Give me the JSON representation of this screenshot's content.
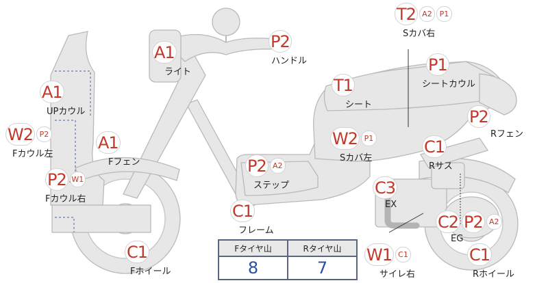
{
  "labels": {
    "light": {
      "codes": [
        "A1"
      ],
      "name": "ライト"
    },
    "handle": {
      "codes": [
        "P2"
      ],
      "name": "ハンドル"
    },
    "s_cover_right": {
      "codes": [
        "T2",
        "A2",
        "P1"
      ],
      "name": "Sカバ右"
    },
    "seat_cowl": {
      "codes": [
        "P1"
      ],
      "name": "シートカウル"
    },
    "seat": {
      "codes": [
        "T1"
      ],
      "name": "シート"
    },
    "up_cowl": {
      "codes": [
        "A1"
      ],
      "name": "UPカウル"
    },
    "r_fender": {
      "codes": [
        "P2"
      ],
      "name": "Rフェン"
    },
    "f_cowl_left": {
      "codes": [
        "W2",
        "P2"
      ],
      "name": "Fカウル左"
    },
    "f_fender": {
      "codes": [
        "A1"
      ],
      "name": "Fフェン"
    },
    "s_cover_left": {
      "codes": [
        "W2",
        "P1"
      ],
      "name": "Sカバ左"
    },
    "r_suspension": {
      "codes": [
        "C1"
      ],
      "name": "Rサス"
    },
    "step": {
      "codes": [
        "P2",
        "A2"
      ],
      "name": "ステップ"
    },
    "f_cowl_right": {
      "codes": [
        "P2",
        "W1"
      ],
      "name": "Fカウル右"
    },
    "exhaust": {
      "codes": [
        "C3"
      ],
      "name": "EX"
    },
    "frame": {
      "codes": [
        "C1"
      ],
      "name": "フレーム"
    },
    "engine": {
      "codes": [
        "C2",
        "P2",
        "A2"
      ],
      "name": "EG"
    },
    "f_wheel": {
      "codes": [
        "C1"
      ],
      "name": "Fホイール"
    },
    "side_stand_right": {
      "codes": [
        "W1",
        "C1"
      ],
      "name": "サイレ右"
    },
    "r_wheel": {
      "codes": [
        "C1"
      ],
      "name": "Rホイール"
    }
  },
  "tire_table": {
    "front_header": "Fタイヤ山",
    "rear_header": "Rタイヤ山",
    "front_value": "8",
    "rear_value": "7"
  }
}
